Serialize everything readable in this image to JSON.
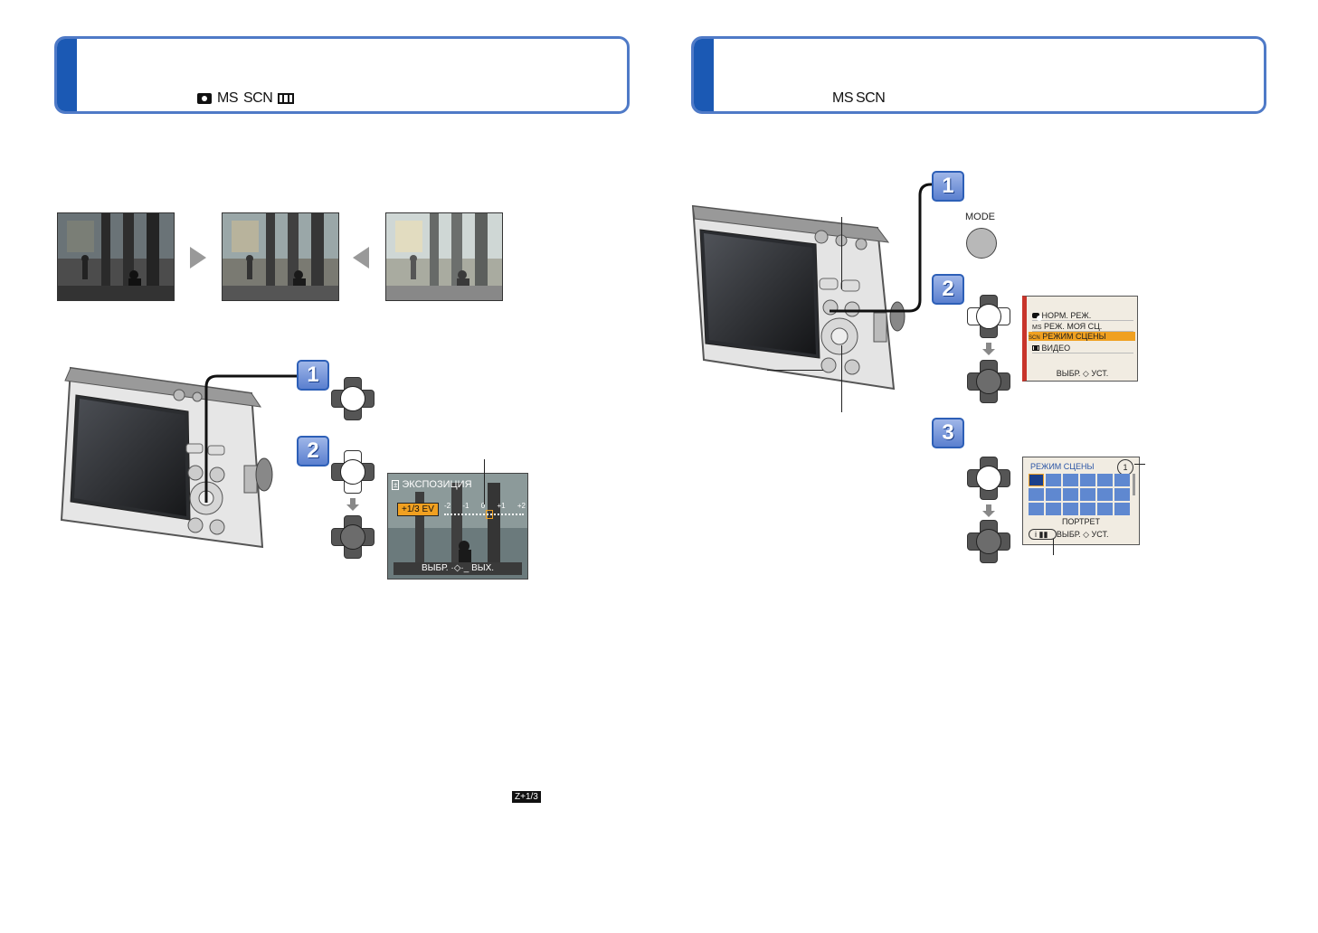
{
  "left_panel": {
    "header": {
      "mode_icons": [
        "camera-icon",
        "MS",
        "SCN",
        "film-icon"
      ],
      "ms_label": "MS",
      "scn_label": "SCN"
    },
    "exposure_screen": {
      "title": "ЭКСПОЗИЦИЯ",
      "value": "+1/3 EV",
      "scale": [
        "-2",
        "-1",
        "0",
        "+1",
        "+2"
      ],
      "footer": "ВЫБР.",
      "footer_exit": "ВЫХ."
    },
    "steps": [
      "1",
      "2"
    ],
    "exposure_indicator": "+1/3"
  },
  "right_panel": {
    "header": {
      "ms_label": "MS",
      "scn_label": "SCN"
    },
    "mode_button_label": "MODE",
    "steps": [
      "1",
      "2",
      "3"
    ],
    "mode_menu": {
      "items": [
        {
          "icon": "camera-icon",
          "label": "НОРМ. РЕЖ."
        },
        {
          "icon": "MS",
          "label": "РЕЖ. МОЯ СЦ."
        },
        {
          "icon": "SCN",
          "label": "РЕЖИМ СЦЕНЫ"
        },
        {
          "icon": "film-icon",
          "label": "ВИДЕО"
        }
      ],
      "footer": "ВЫБР.",
      "footer_set": "УСТ."
    },
    "scene_menu": {
      "title": "РЕЖИМ СЦЕНЫ",
      "selected": "ПОРТРЕТ",
      "footer": "ВЫБР.",
      "footer_set": "УСТ.",
      "info_icon": "i",
      "page_indicator": "1"
    }
  },
  "colors": {
    "box_border": "#4f7ac7",
    "tab_blue": "#1b59b4",
    "menu_highlight": "#f0a020",
    "menu_border_red": "#c8342a"
  }
}
